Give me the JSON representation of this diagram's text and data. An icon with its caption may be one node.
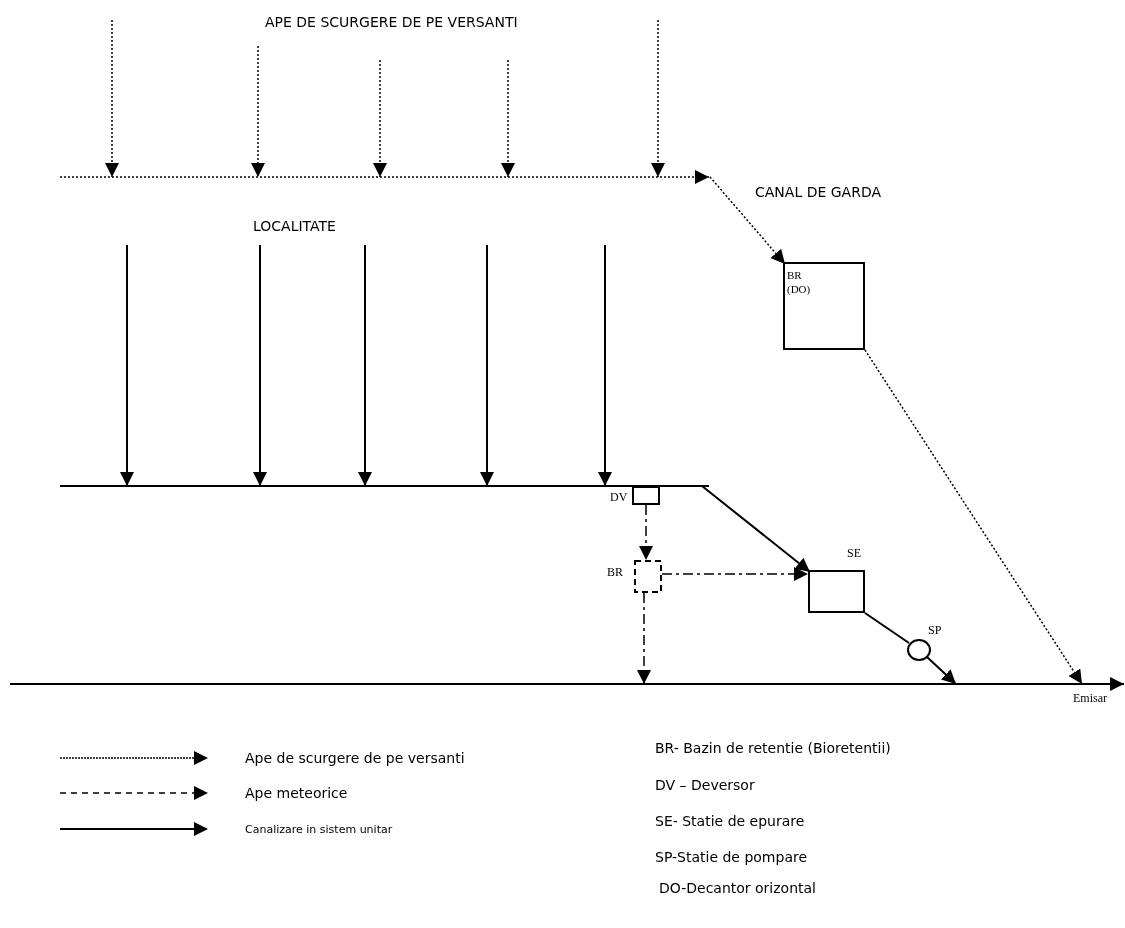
{
  "diagram": {
    "nodes": [
      {
        "text": [],
        "shape": "bar",
        "beside": [
          "CANAL DE GARDA"
        ]
      },
      {
        "text": [
          "BR (DO)"
        ]
      },
      {
        "text": [],
        "shape": "bar"
      },
      {
        "text": [],
        "shape": "box",
        "beside": [
          "DV"
        ]
      },
      {
        "text": [],
        "shape": "box",
        "beside": [
          "BR"
        ]
      },
      {
        "text": [],
        "shape": "box",
        "beside": [
          "SE"
        ]
      },
      {
        "text": [],
        "shape": "circle",
        "beside": [
          "SP"
        ]
      },
      {
        "text": [],
        "shape": "bar",
        "beside": [
          "Emisar"
        ]
      }
    ],
    "edges": [
      {
        "from": null,
        "to": 0,
        "arrow": "to",
        "style": "dashed"
      },
      {
        "from": null,
        "to": 0,
        "arrow": "to",
        "style": "dashed"
      },
      {
        "from": null,
        "to": 0,
        "arrow": "to",
        "style": "dashed"
      },
      {
        "from": null,
        "to": 0,
        "arrow": "to",
        "style": "dashed"
      },
      {
        "from": null,
        "to": 0,
        "arrow": "to",
        "style": "dashed"
      },
      {
        "from": 0,
        "to": 1,
        "arrow": "to",
        "style": "dashed"
      },
      {
        "from": 1,
        "to": 7,
        "arrow": "to",
        "style": "dashed"
      },
      {
        "from": null,
        "to": 2,
        "arrow": "to"
      },
      {
        "from": null,
        "to": 2,
        "arrow": "to"
      },
      {
        "from": null,
        "to": 2,
        "arrow": "to"
      },
      {
        "from": null,
        "to": 2,
        "arrow": "to"
      },
      {
        "from": null,
        "to": 2,
        "arrow": "to"
      },
      {
        "from": 2,
        "to": 5,
        "arrow": "to"
      },
      {
        "from": 3,
        "to": 4,
        "arrow": "to",
        "style": "dashed"
      },
      {
        "from": 4,
        "to": 5,
        "arrow": "to",
        "style": "dashed"
      },
      {
        "from": 4,
        "to": 7,
        "arrow": "to",
        "style": "dashed"
      },
      {
        "from": 5,
        "to": 6,
        "arrow": "none"
      },
      {
        "from": 6,
        "to": 7,
        "arrow": "to"
      }
    ],
    "labels": [
      "APE DE SCURGERE DE PE VERSANTI",
      "LOCALITATE",
      "BR- Bazin de retentie (Bioretentii)",
      "DV – Deversor",
      "SE- Statie de epurare",
      "SP-Statie de pompare",
      "DO-Decantor orizontal"
    ],
    "legend": [
      {
        "text": "Ape de scurgere de pe versanti"
      },
      {
        "text": "Ape meteorice"
      },
      {
        "text": "Canalizare in sistem unitar"
      }
    ]
  }
}
